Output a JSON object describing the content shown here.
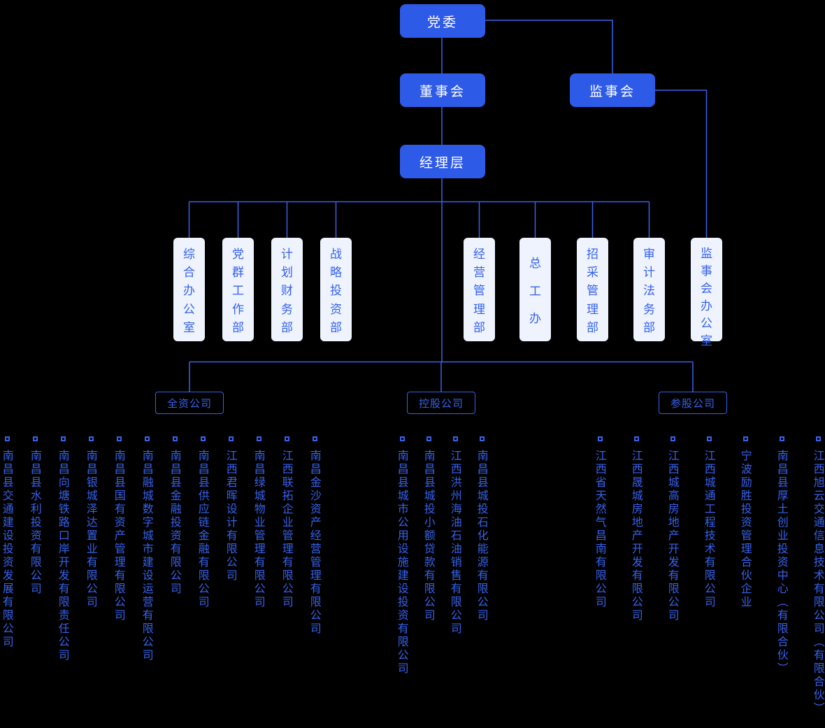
{
  "theme": {
    "background": "#000000",
    "accent": "#3662EC",
    "node_fill": "#2E5AE8",
    "node_text": "#FFFFFF",
    "dept_fill": "#EEF3FE",
    "line_color": "#3A62EA"
  },
  "nodes": {
    "party_committee": "党委",
    "board_of_directors": "董事会",
    "supervisory_board": "监事会",
    "management_team": "经理层"
  },
  "departments": [
    "综合办公室",
    "党群工作部",
    "计划财务部",
    "战略投资部",
    "经营管理部",
    "总工办",
    "招采管理部",
    "审计法务部",
    "监事会办公室"
  ],
  "groups": [
    {
      "label": "全资公司",
      "companies": [
        "南昌县交通建设投资发展有限公司",
        "南昌县水利投资有限公司",
        "南昌向塘铁路口岸开发有限责任公司",
        "南昌银城泽达置业有限公司",
        "南昌县国有资产管理有限公司",
        "南昌融城数字城市建设运营有限公司",
        "南昌县金融投资有限公司",
        "南昌县供应链金融有限公司",
        "江西君晖设计有限公司",
        "南昌绿城物业管理有限公司",
        "江西联拓企业管理有限公司",
        "南昌金沙资产经营管理有限公司"
      ]
    },
    {
      "label": "控股公司",
      "companies": [
        "南昌县城市公用设施建设投资有限公司",
        "南昌县城投小额贷款有限公司",
        "江西洪州海油石油销售有限公司",
        "南昌县城投石化能源有限公司"
      ]
    },
    {
      "label": "参股公司",
      "companies": [
        "江西省天然气昌南有限公司",
        "江西晟城房地产开发有限公司",
        "江西城高房地产开发有限公司",
        "江西城通工程技术有限公司",
        "宁波励胜投资管理合伙企业",
        "南昌县厚土创业投资中心（有限合伙）",
        "江西旭云交通信息技术有限公司（有限合伙）"
      ]
    }
  ]
}
